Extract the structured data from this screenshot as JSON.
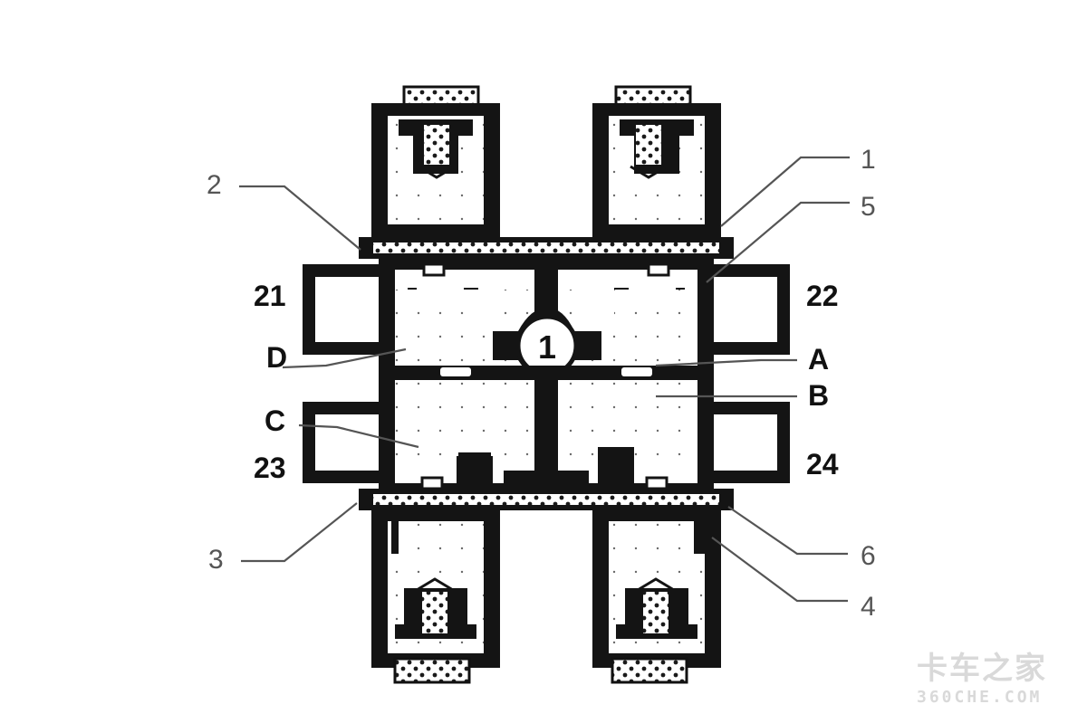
{
  "callouts": {
    "c1": "1",
    "c2": "2",
    "c3": "3",
    "c4": "4",
    "c5": "5",
    "c6": "6"
  },
  "ports": {
    "p21": "21",
    "p22": "22",
    "p23": "23",
    "p24": "24"
  },
  "chambers": {
    "a": "A",
    "b": "B",
    "c": "C",
    "d": "D"
  },
  "center_port": "1",
  "watermark": {
    "brand_cn": "卡车之家",
    "brand_url": "360CHE.COM"
  }
}
